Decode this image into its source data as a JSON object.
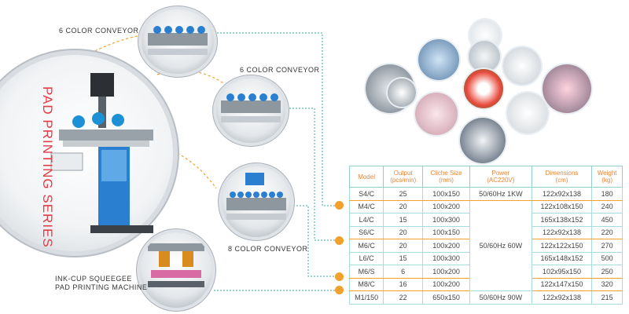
{
  "title": "PAD PRINTING SERIES",
  "labels": {
    "conveyor_6_a": "6 COLOR CONVEYOR",
    "conveyor_6_b": "6 COLOR CONVEYOR",
    "conveyor_8": "8 COLOR CONVEYOR",
    "ink_cup_line1": "INK-CUP SQUEEGEE",
    "ink_cup_line2": "PAD PRINTING MACHINE"
  },
  "table": {
    "headers": [
      {
        "top": "Model",
        "bottom": ""
      },
      {
        "top": "Output",
        "bottom": "(pcs/min)"
      },
      {
        "top": "Cliche Size",
        "bottom": "(mm)"
      },
      {
        "top": "Power",
        "bottom": "(AC220V)"
      },
      {
        "top": "Dimensions",
        "bottom": "(cm)"
      },
      {
        "top": "Weight",
        "bottom": "(kg)"
      }
    ],
    "rows": [
      {
        "model": "S4/C",
        "output": "25",
        "cliche": "100x150",
        "dimensions": "122x92x138",
        "weight": "180"
      },
      {
        "model": "M4/C",
        "output": "20",
        "cliche": "100x200",
        "dimensions": "122x108x150",
        "weight": "240"
      },
      {
        "model": "L4/C",
        "output": "15",
        "cliche": "100x300",
        "dimensions": "165x138x152",
        "weight": "450"
      },
      {
        "model": "S6/C",
        "output": "20",
        "cliche": "100x150",
        "dimensions": "122x92x138",
        "weight": "220"
      },
      {
        "model": "M6/C",
        "output": "20",
        "cliche": "100x200",
        "dimensions": "122x122x150",
        "weight": "270"
      },
      {
        "model": "L6/C",
        "output": "15",
        "cliche": "100x300",
        "dimensions": "165x148x152",
        "weight": "500"
      },
      {
        "model": "M6/S",
        "output": "6",
        "cliche": "100x200",
        "dimensions": "102x95x150",
        "weight": "250"
      },
      {
        "model": "M8/C",
        "output": "16",
        "cliche": "100x200",
        "dimensions": "122x147x150",
        "weight": "320"
      },
      {
        "model": "M1/150",
        "output": "22",
        "cliche": "650x150",
        "dimensions": "122x92x138",
        "weight": "215"
      }
    ],
    "power_groups": [
      "50/60Hz 1KW",
      "50/60Hz 60W",
      "50/60Hz 90W"
    ]
  },
  "colors": {
    "accent": "#e53a43",
    "dot": "#f2a12c",
    "line": "#3aa7a7",
    "header": "#e8863a"
  }
}
